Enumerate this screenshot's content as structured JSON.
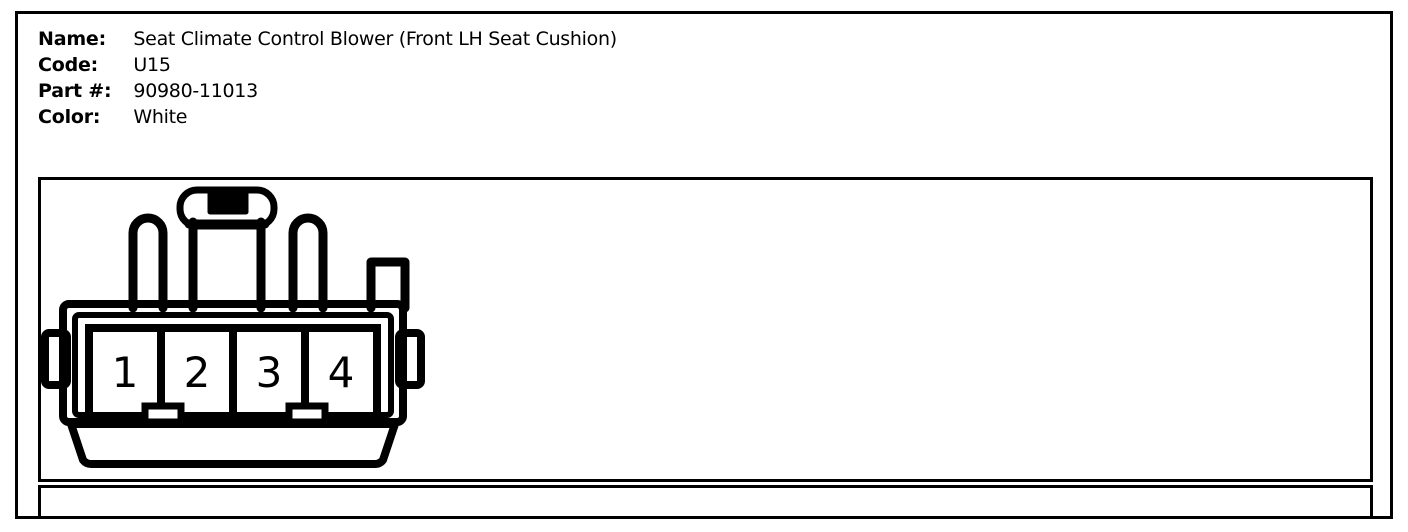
{
  "spec": {
    "rows": [
      {
        "label": "Name:",
        "value": "Seat Climate Control Blower (Front LH Seat Cushion)"
      },
      {
        "label": "Code:",
        "value": "U15"
      },
      {
        "label": "Part #:",
        "value": "90980-11013"
      },
      {
        "label": "Color:",
        "value": "White"
      }
    ]
  },
  "connector": {
    "view": "front-face",
    "cavity_count": 4,
    "pins": [
      {
        "number": "1"
      },
      {
        "number": "2"
      },
      {
        "number": "3"
      },
      {
        "number": "4"
      }
    ],
    "features": {
      "latch_tab": "center-top-latch",
      "posts": "two-vertical-guide-posts",
      "side_tabs": "left-and-right-lock-tabs",
      "skirt": "bottom-tapered-skirt"
    },
    "line_color": "#000000",
    "fill_color": "#ffffff"
  }
}
